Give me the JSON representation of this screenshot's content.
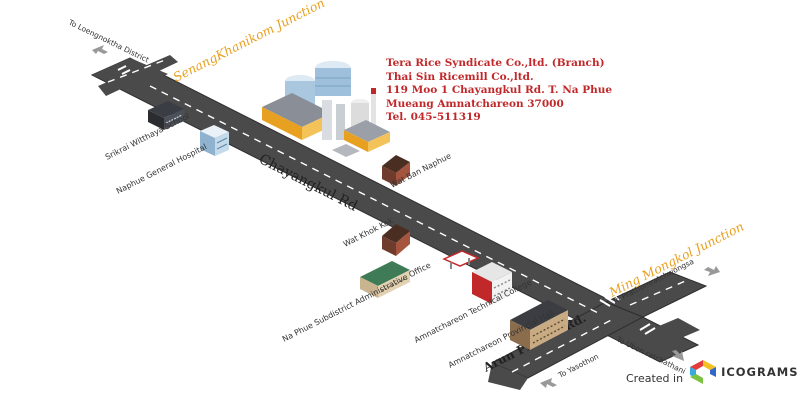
{
  "colors": {
    "road": "#4a4a4a",
    "road_edge": "#2e2e2e",
    "lane_marking": "#ffffff",
    "junction_text": "#e8a020",
    "company_text": "#c0282a",
    "arrow": "#999999"
  },
  "roads": {
    "main": "Chayangkul Rd",
    "cross": "Arun Prasert Rd."
  },
  "junctions": {
    "north": "SenangKhanikom Junction",
    "south": "Ming Mongkol Junction"
  },
  "directions": {
    "nw": "To Loengnoktha District",
    "ne": "To Prathumratchwongsa",
    "sw": "To Yasothon",
    "se": "To Ubon ratchathani"
  },
  "places": {
    "school": "Srikrai Witthaya School",
    "hospital": "Naphue General Hospital",
    "wat_ban_naphue": "Wat Ban Naphue",
    "wat_khok_kok": "Wat Khok Kok",
    "subdistrict_office": "Na Phue Subdistrict Administrative Office",
    "technical_college": "Amnatchareon Technical College",
    "provincial_hall": "Amnatchareon Provincial Hall"
  },
  "company": {
    "line1": "Tera Rice Syndicate Co.,ltd. (Branch)",
    "line2": "Thai Sin Ricemill Co.,ltd.",
    "line3": "119 Moo 1 Chayangkul Rd. T. Na Phue",
    "line4": "Mueang Amnatchareon 37000",
    "line5": "Tel. 045-511319"
  },
  "credit": {
    "text": "Created in",
    "brand": "ICOGRAMS",
    "logo_icon": "icograms-logo-icon"
  }
}
